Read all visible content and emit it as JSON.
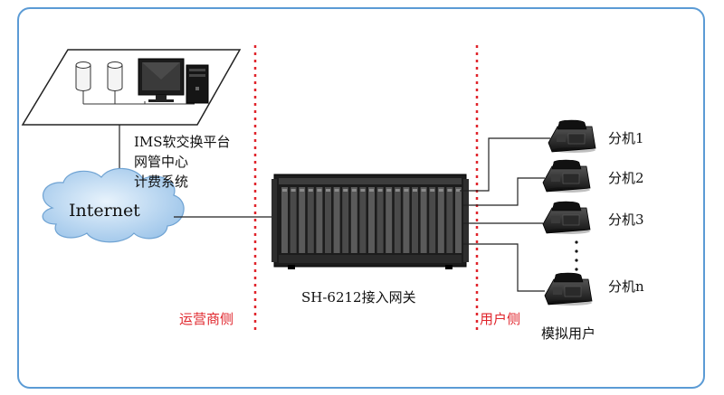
{
  "ims": {
    "line1": "IMS软交换平台",
    "line2": "网管中心",
    "line3": "计费系统"
  },
  "internet_label": "Internet",
  "gateway_label": "SH-6212接入网关",
  "operator_side": "运营商侧",
  "user_side": "用户侧",
  "extensions": [
    "分机1",
    "分机2",
    "分机3",
    "分机n"
  ],
  "analog_users": "模拟用户",
  "colors": {
    "frame": "#5b9bd5",
    "divider": "#e0242b",
    "cloud": "#bcd9f2"
  }
}
